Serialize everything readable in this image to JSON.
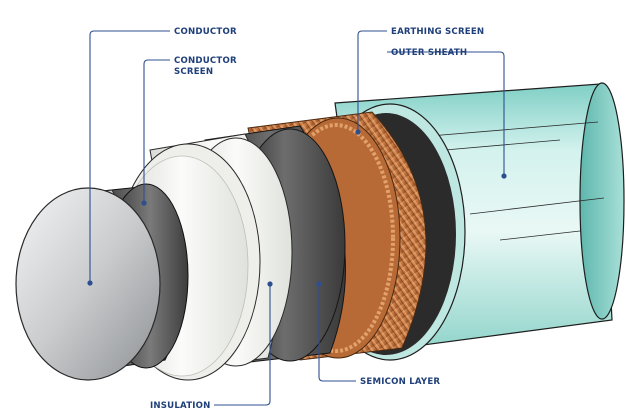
{
  "diagram": {
    "title": "",
    "labels": {
      "conductor": "CONDUCTOR",
      "conductor_screen_line1": "CONDUCTOR",
      "conductor_screen_line2": "SCREEN",
      "earthing_screen": "EARTHING SCREEN",
      "outer_sheath": "OUTER SHEATH",
      "semicon_layer": "SEMICON LAYER",
      "insulation": "INSULATION"
    },
    "colors": {
      "leader_line": "#2e4f8f",
      "label_text": "#1f3f7a",
      "outer_sheath": "#c4ece6",
      "copper": "#c67b45",
      "semicon": "#3b3b3b",
      "insulation": "#e9ebe6",
      "conductor": "#b9bcbf"
    }
  }
}
